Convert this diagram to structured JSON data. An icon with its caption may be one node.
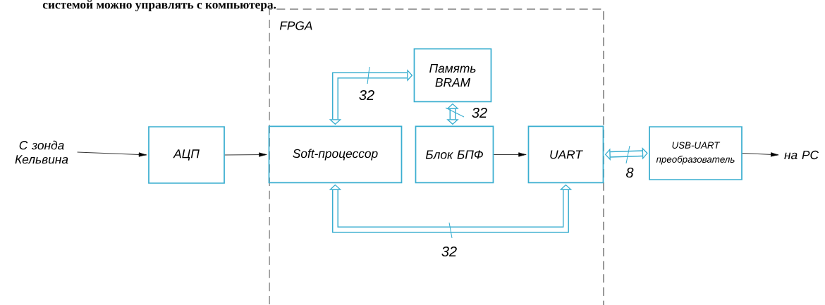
{
  "diagram": {
    "nodes": [
      {
        "text": [
          "FPGA"
        ]
      },
      {
        "text": [
          "С зонда Кельвина"
        ]
      },
      {
        "text": [
          "АЦП"
        ]
      },
      {
        "text": [
          "Soft-процессор"
        ],
        "in": 0
      },
      {
        "text": [
          "Память BRAM"
        ],
        "in": 0
      },
      {
        "text": [
          "Блок БПФ"
        ],
        "in": 0
      },
      {
        "text": [
          "UART"
        ],
        "in": 0
      },
      {
        "text": [
          "USB-UART преобразователь"
        ]
      },
      {
        "text": [
          "на PC"
        ]
      }
    ],
    "edges": [
      {
        "from": 1,
        "to": 2,
        "arrow": "to"
      },
      {
        "from": 2,
        "to": 3,
        "arrow": "to"
      },
      {
        "from": 3,
        "to": 4,
        "arrow": "both",
        "label": "32",
        "style": "thick",
        "color": "#3aaed0"
      },
      {
        "from": 4,
        "to": 5,
        "arrow": "both",
        "label": "32",
        "style": "thick",
        "color": "#3aaed0"
      },
      {
        "from": 5,
        "to": 6,
        "arrow": "to"
      },
      {
        "from": 3,
        "to": 6,
        "arrow": "both",
        "label": "32",
        "style": "thick",
        "color": "#3aaed0"
      },
      {
        "from": 6,
        "to": 7,
        "arrow": "both",
        "label": "8",
        "style": "thick",
        "color": "#3aaed0"
      },
      {
        "from": 7,
        "to": 8,
        "arrow": "to"
      }
    ],
    "labels": [
      "системой можно управлять с компьютера."
    ]
  }
}
